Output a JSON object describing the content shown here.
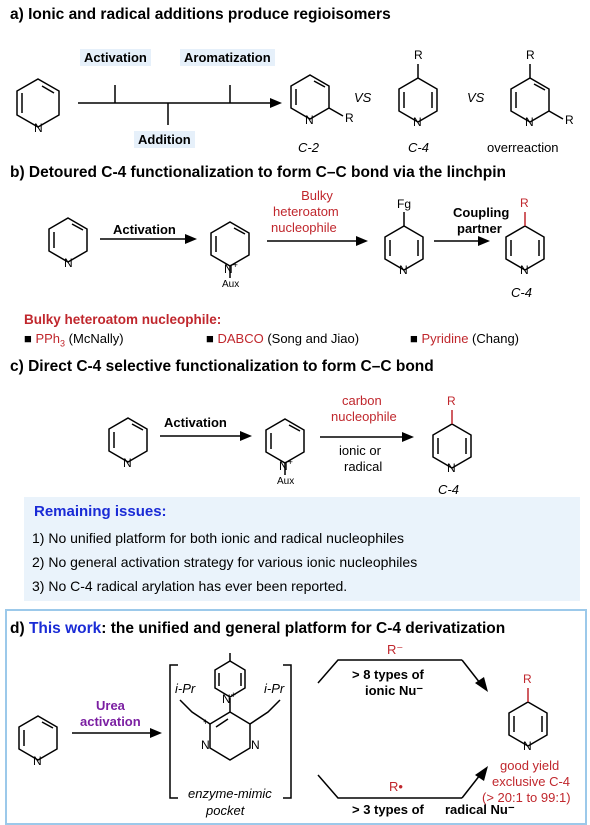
{
  "a": {
    "title": "a) Ionic and radical additions produce regioisomers",
    "activation": "Activation",
    "aromatization": "Aromatization",
    "addition": "Addition",
    "vs1": "VS",
    "vs2": "VS",
    "c2": "C-2",
    "c4": "C-4",
    "overreaction": "overreaction",
    "r": "R",
    "n": "N"
  },
  "b": {
    "title": "b) Detoured C-4 functionalization to form C–C bond via the linchpin",
    "activation": "Activation",
    "bulky1": "Bulky",
    "bulky2": "heteroatom",
    "bulky3": "nucleophile",
    "fg": "Fg",
    "coupling1": "Coupling",
    "coupling2": "partner",
    "r": "R",
    "aux": "Aux",
    "c4": "C-4",
    "nucl_title": "Bulky heteroatom nucleophile:",
    "item1_red": "PPh",
    "item1_sub": "3",
    "item1_rest": " (McNally)",
    "item2_red": "DABCO",
    "item2_rest": " (Song and Jiao)",
    "item3_red": "Pyridine",
    "item3_rest": " (Chang)"
  },
  "c": {
    "title": "c) Direct C-4 selective functionalization to form C–C bond",
    "activation": "Activation",
    "carbon1": "carbon",
    "carbon2": "nucleophile",
    "ionic1": "ionic or",
    "ionic2": "radical",
    "aux": "Aux",
    "r": "R",
    "c4": "C-4",
    "remaining": "Remaining issues:",
    "issues": [
      "1) No unified platform for both ionic and radical nucleophiles",
      "2) No general activation strategy for various ionic nucleophiles",
      "3) No C-4 radical arylation has ever been reported."
    ]
  },
  "d": {
    "title_prefix": "d) ",
    "title_blue": "This work",
    "title_rest": ": the unified and general platform for C-4 derivatization",
    "urea1": "Urea",
    "urea2": "activation",
    "ipr": "i-Pr",
    "enzyme1": "enzyme-mimic",
    "enzyme2": "pocket",
    "rminus": "R⁻",
    "ionic1": "> 8 types of",
    "ionic2": "ionic Nu⁻",
    "rdot": "R•",
    "radical1": "> 3 types of",
    "radical2": "radical Nu⁻",
    "good": "good yield",
    "exclusive": "exclusive C-4",
    "ratio": "(> 20:1 to 99:1)",
    "r": "R"
  }
}
